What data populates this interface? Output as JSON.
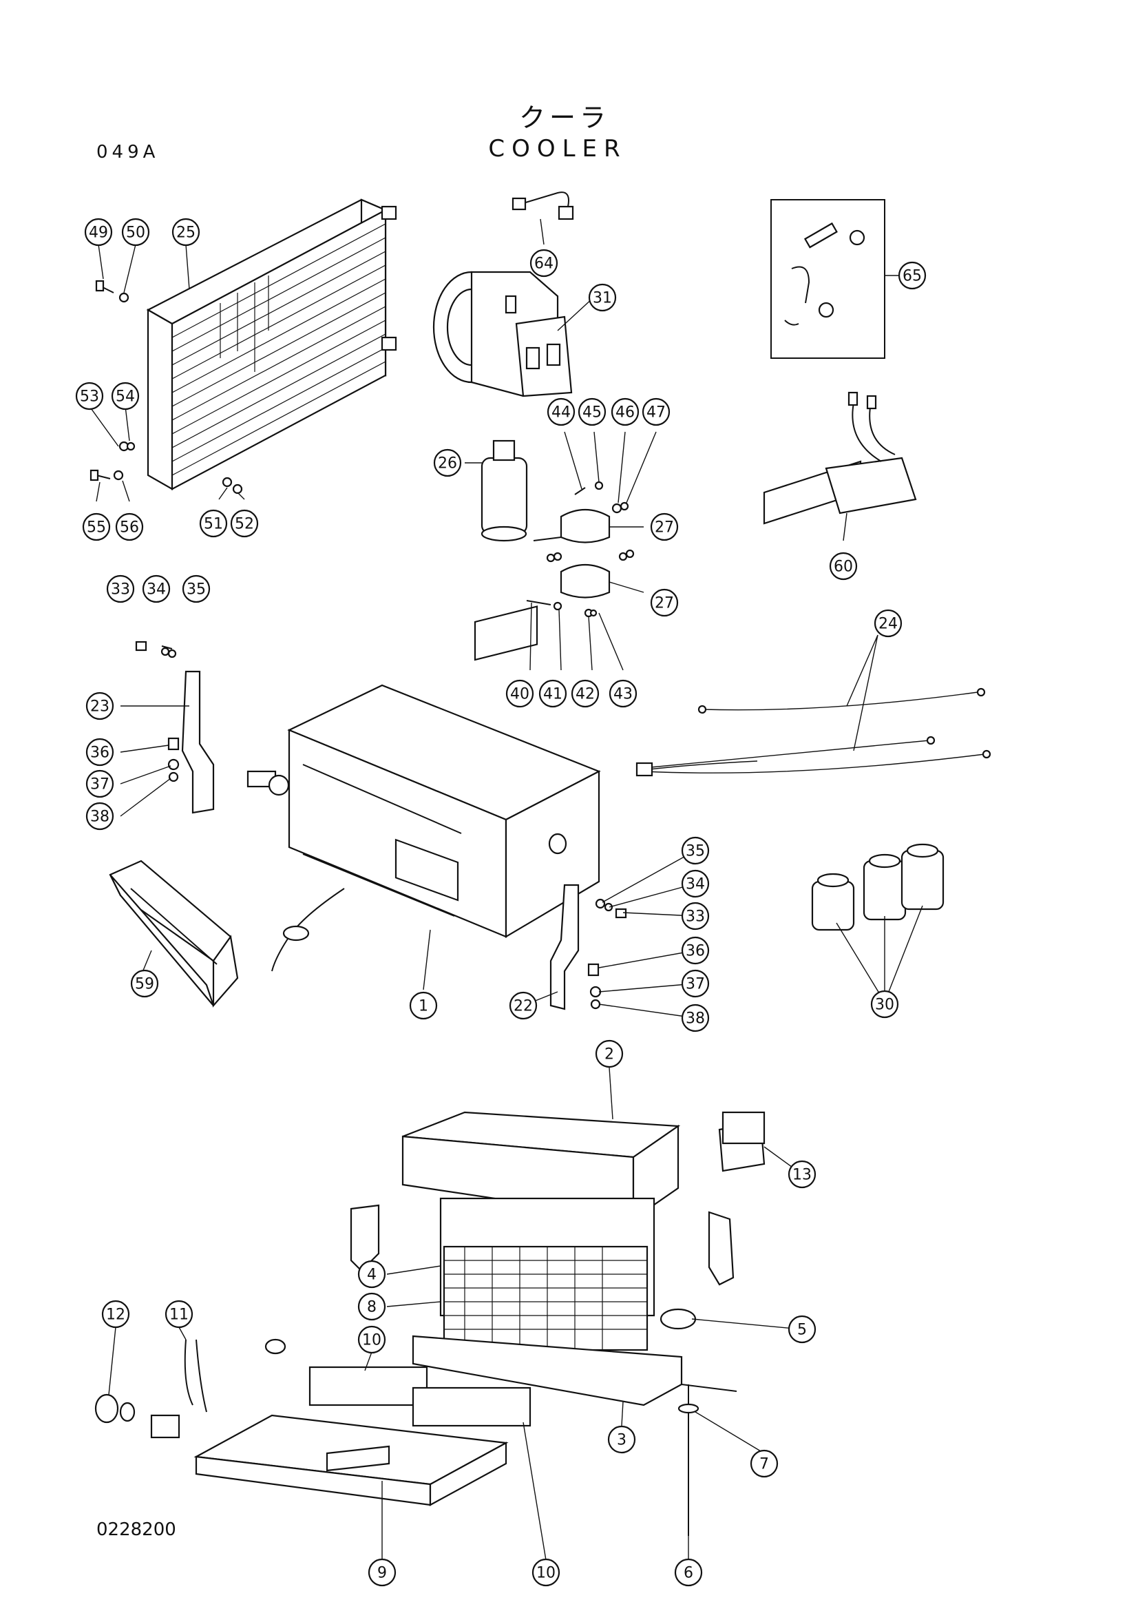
{
  "header": {
    "title_jp": "クーラ",
    "title_en": "COOLER",
    "page_code": "049A"
  },
  "footer": {
    "drawing_number": "0228200"
  },
  "callouts": [
    "1",
    "2",
    "3",
    "4",
    "5",
    "6",
    "7",
    "8",
    "9",
    "10",
    "10",
    "11",
    "12",
    "13",
    "22",
    "23",
    "24",
    "25",
    "26",
    "27",
    "27",
    "30",
    "31",
    "33",
    "33",
    "34",
    "34",
    "35",
    "35",
    "36",
    "36",
    "37",
    "37",
    "38",
    "38",
    "40",
    "41",
    "42",
    "43",
    "44",
    "45",
    "46",
    "47",
    "49",
    "50",
    "51",
    "52",
    "53",
    "54",
    "55",
    "56",
    "59",
    "60",
    "64",
    "65"
  ]
}
